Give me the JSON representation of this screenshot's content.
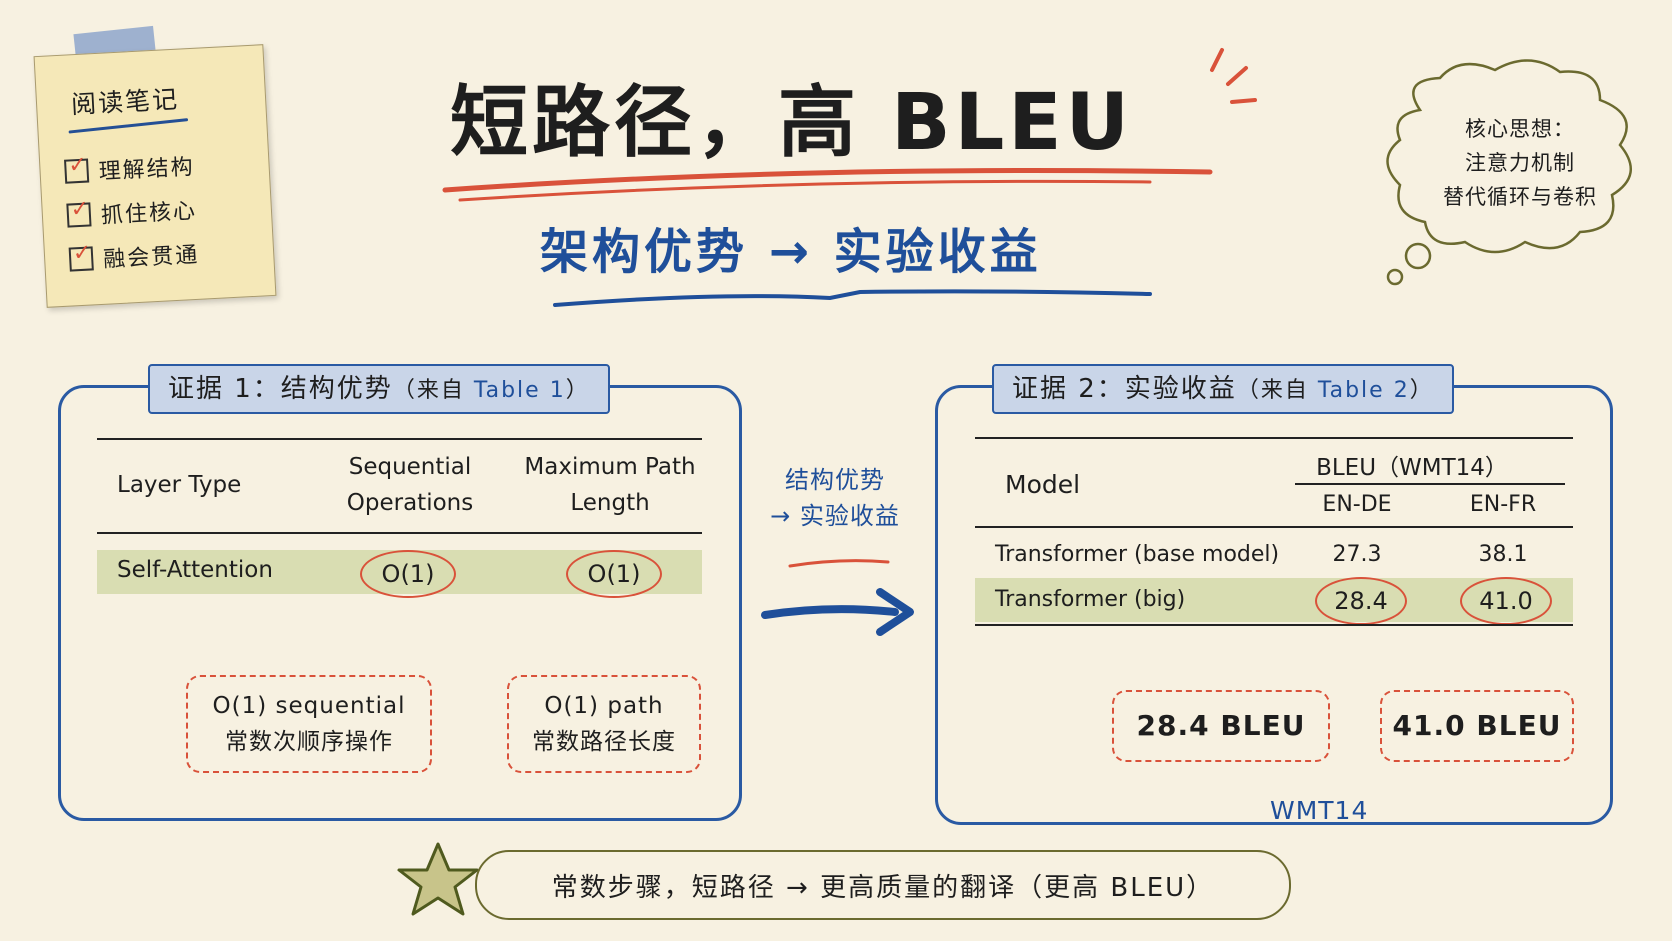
{
  "note": {
    "title": "阅读笔记",
    "items": [
      "理解结构",
      "抓住核心",
      "融会贯通"
    ]
  },
  "title": "短路径，高 BLEU",
  "subtitle": "架构优势 → 实验收益",
  "cloud": {
    "lines": [
      "核心思想：",
      "注意力机制",
      "替代循环与卷积"
    ]
  },
  "left_panel": {
    "tab_main": "证据 1：结构优势",
    "tab_prefix": "（来自 ",
    "tab_ref": "Table 1",
    "tab_suffix": "）",
    "headers": {
      "layer_type": "Layer Type",
      "seq_ops_1": "Sequential",
      "seq_ops_2": "Operations",
      "max_path_1": "Maximum Path",
      "max_path_2": "Length"
    },
    "row": {
      "layer": "Self-Attention",
      "seq_ops": "O(1)",
      "max_path": "O(1)"
    },
    "callouts": [
      {
        "line1": "O(1) sequential",
        "line2": "常数次顺序操作"
      },
      {
        "line1": "O(1) path",
        "line2": "常数路径长度"
      }
    ]
  },
  "middle": {
    "line1": "结构优势",
    "line2": "→ 实验收益"
  },
  "right_panel": {
    "tab_main": "证据 2：实验收益",
    "tab_prefix": "（来自 ",
    "tab_ref": "Table 2",
    "tab_suffix": "）",
    "headers": {
      "model": "Model",
      "bleu_group": "BLEU（WMT14）",
      "en_de": "EN-DE",
      "en_fr": "EN-FR"
    },
    "rows": [
      {
        "model": "Transformer (base model)",
        "en_de": "27.3",
        "en_fr": "38.1"
      },
      {
        "model": "Transformer (big)",
        "en_de": "28.4",
        "en_fr": "41.0"
      }
    ],
    "callouts": [
      "28.4 BLEU",
      "41.0 BLEU"
    ],
    "brace_label": "WMT14"
  },
  "bottom": {
    "text_main": "常数步骤，短路径 → 更高质量的翻译（",
    "text_hl": "更高 BLEU",
    "text_end": "）"
  },
  "colors": {
    "background": "#f7f1e1",
    "blue": "#2a5aa3",
    "orange": "#d9523a",
    "highlight_row": "#d9ddb2",
    "olive": "#6b6a2f"
  }
}
